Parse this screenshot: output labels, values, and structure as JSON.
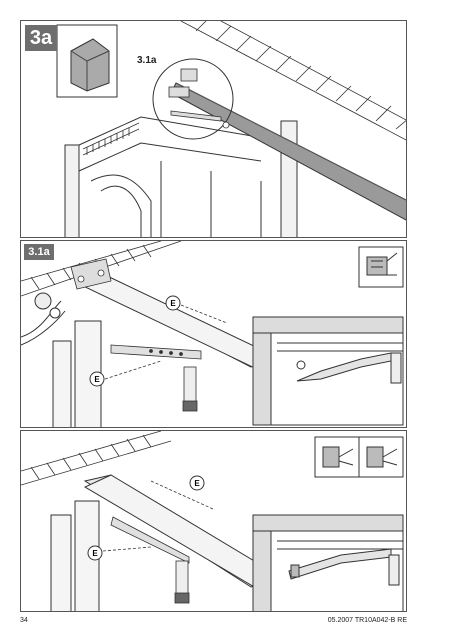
{
  "panels": [
    {
      "label": "3a",
      "callout": "3.1a"
    },
    {
      "label": "3.1a"
    }
  ],
  "marker_letter": "E",
  "footer": {
    "page_number": "34",
    "doc_code": "05.2007  TR10A042-B  RE"
  }
}
